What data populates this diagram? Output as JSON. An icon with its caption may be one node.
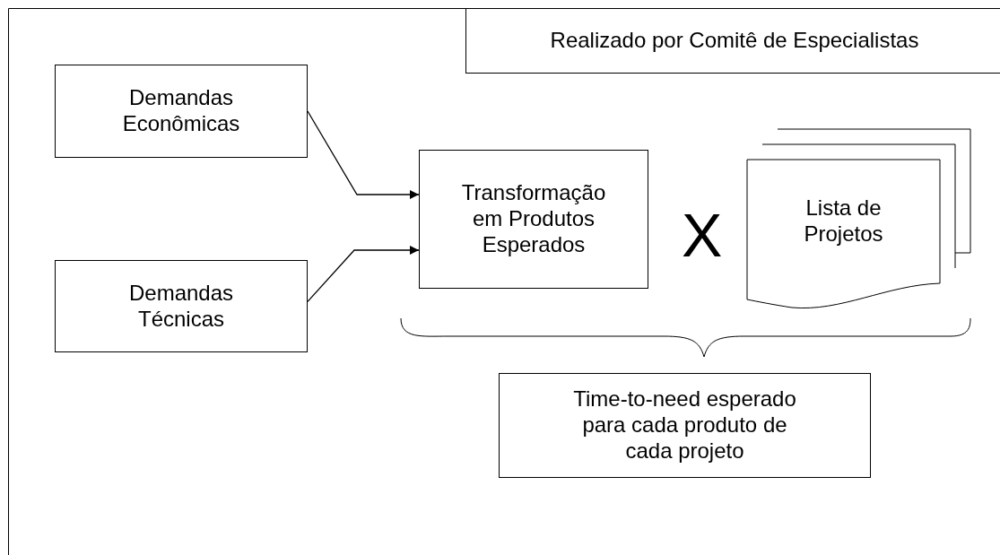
{
  "diagram": {
    "nodes": [
      {
        "text": [
          "Realizado por Comitê de Especialistas"
        ]
      },
      {
        "text": [
          "Demandas Econômicas"
        ]
      },
      {
        "text": [
          "Demandas Técnicas"
        ]
      },
      {
        "text": [
          "Transformação em Produtos Esperados"
        ]
      },
      {
        "text": [
          "Lista de Projetos"
        ]
      },
      {
        "text": [
          "Time-to-need esperado para cada produto de cada projeto"
        ]
      }
    ],
    "edges": [
      {
        "from": 1,
        "to": 3,
        "arrow": "to"
      },
      {
        "from": 2,
        "to": 3,
        "arrow": "to"
      }
    ],
    "labels": [
      "X"
    ]
  }
}
